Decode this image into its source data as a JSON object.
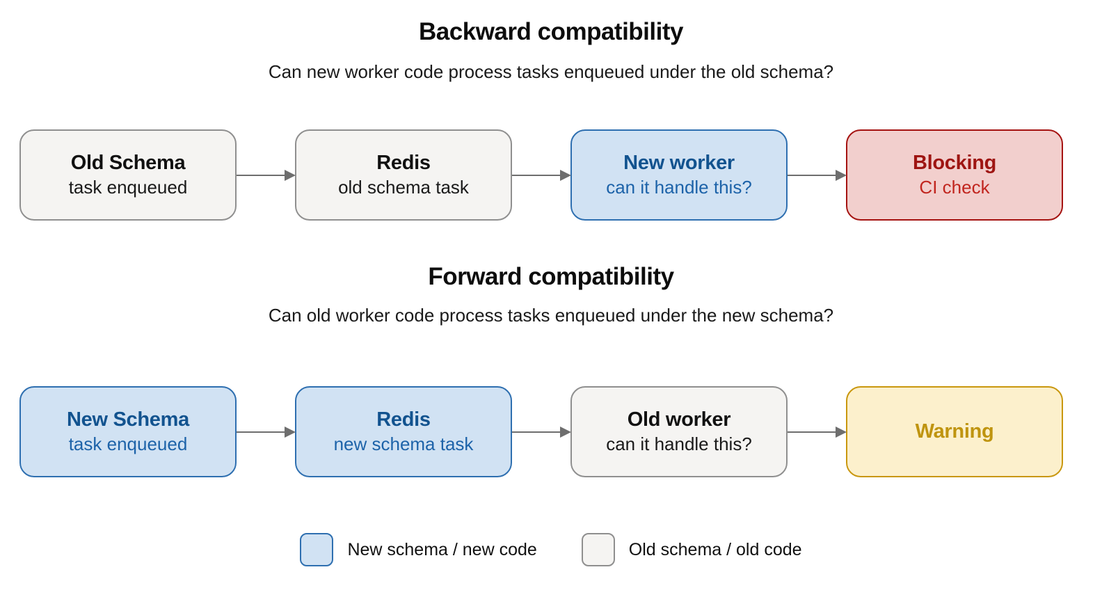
{
  "colors": {
    "background": "#ffffff",
    "neutral_fill": "#f5f4f2",
    "neutral_border": "#8f8f8f",
    "blue_fill": "#d1e2f3",
    "blue_border": "#2e6fb0",
    "blue_title_text": "#12538f",
    "blue_subtitle_text": "#1d63a9",
    "red_fill": "#f2cfcd",
    "red_border": "#a51311",
    "red_title_text": "#9e1512",
    "red_subtitle_text": "#c1251e",
    "yellow_fill": "#fcf0cc",
    "yellow_border": "#c9970e",
    "yellow_title_text": "#bf940f",
    "arrow": "#6e6e6e",
    "heading_text": "#0d0d0d"
  },
  "sections": [
    {
      "title": "Backward compatibility",
      "subtitle": "Can new worker code process tasks enqueued under the old schema?",
      "nodes": [
        {
          "title": "Old Schema",
          "subtitle": "task enqueued",
          "style": "neutral"
        },
        {
          "title": "Redis",
          "subtitle": "old schema task",
          "style": "neutral"
        },
        {
          "title": "New worker",
          "subtitle": "can it handle this?",
          "style": "blue"
        },
        {
          "title": "Blocking",
          "subtitle": "CI check",
          "style": "red"
        }
      ]
    },
    {
      "title": "Forward compatibility",
      "subtitle": "Can old worker code process tasks enqueued under the new schema?",
      "nodes": [
        {
          "title": "New Schema",
          "subtitle": "task enqueued",
          "style": "blue"
        },
        {
          "title": "Redis",
          "subtitle": "new schema task",
          "style": "blue"
        },
        {
          "title": "Old worker",
          "subtitle": "can it handle this?",
          "style": "neutral"
        },
        {
          "title": "Warning",
          "style": "yellow"
        }
      ]
    }
  ],
  "legend": [
    {
      "label": "New schema / new code",
      "style": "blue"
    },
    {
      "label": "Old schema / old code",
      "style": "neutral"
    }
  ]
}
